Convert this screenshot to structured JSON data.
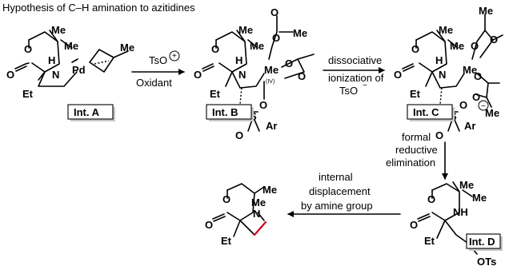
{
  "title": "Hypothesis of C–H amination to azitidines",
  "labels": {
    "int_a": "Int. A",
    "int_b": "Int. B",
    "int_c": "Int. C",
    "int_d": "Int. D"
  },
  "atoms": {
    "me": "Me",
    "o": "O",
    "n": "N",
    "nh": "NH",
    "pd": "Pd",
    "h": "H",
    "et": "Et",
    "s": "S",
    "ar": "Ar",
    "ots": "OTs",
    "oxidation_state": "(IV)",
    "plus": "+",
    "minus": "−"
  },
  "conditions": {
    "step1_top": "TsO",
    "step1_bottom": "Oxidant",
    "step2_line1": "dissociative",
    "step2_line2": "ionization of",
    "step2_line3": "TsO",
    "step3_line1": "formal",
    "step3_line2": "reductive",
    "step3_line3": "elimination",
    "step4_line1": "internal",
    "step4_line2": "displacement",
    "step4_line3": "by amine group"
  }
}
